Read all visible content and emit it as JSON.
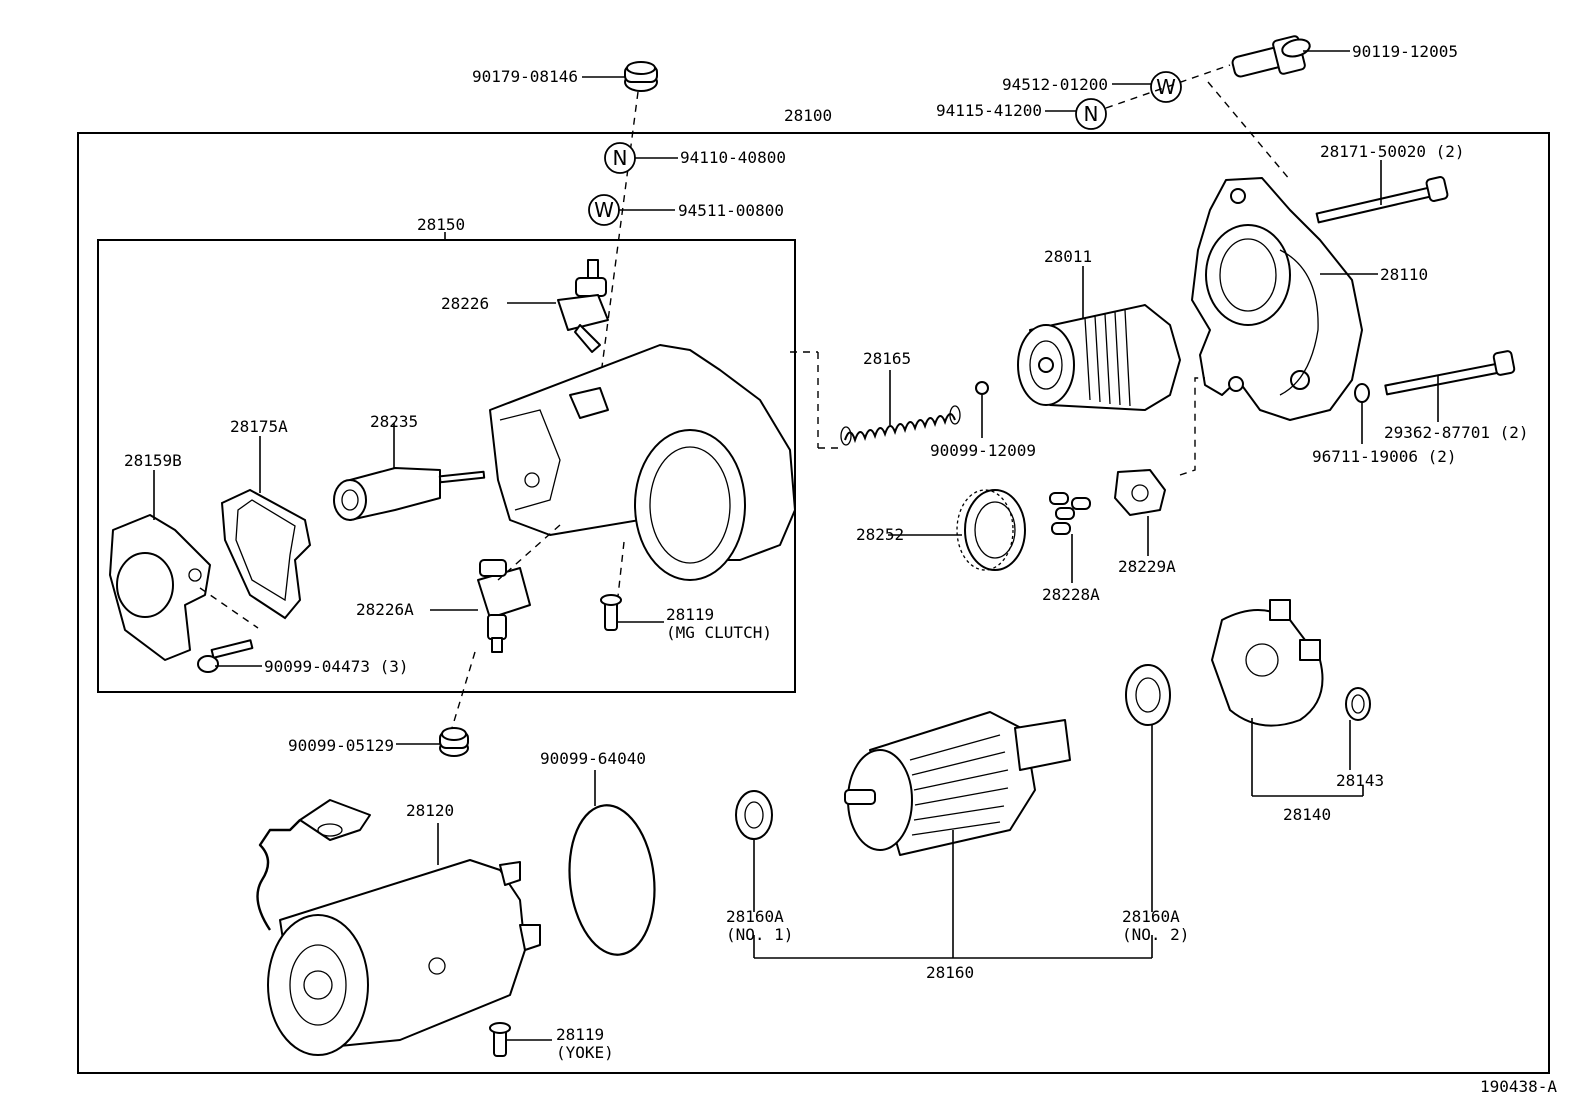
{
  "diagram_code": "190438-A",
  "labels": {
    "assembly_28100": "28100",
    "assembly_28150": "28150",
    "p90179": "90179-08146",
    "p94110": "94110-40800",
    "p94511": "94511-00800",
    "p94512": "94512-01200",
    "p94115": "94115-41200",
    "p90119": "90119-12005",
    "p28171": "28171-50020 (2)",
    "p28110": "28110",
    "p28011": "28011",
    "p28165": "28165",
    "p90099_12009": "90099-12009",
    "p29362": "29362-87701 (2)",
    "p96711": "96711-19006 (2)",
    "p28226": "28226",
    "p28235": "28235",
    "p28175A": "28175A",
    "p28159B": "28159B",
    "p28226A": "28226A",
    "p28119_mg": "28119",
    "p28119_mg_note": "(MG CLUTCH)",
    "p90099_04473": "90099-04473 (3)",
    "p28252": "28252",
    "p28228A": "28228A",
    "p28229A": "28229A",
    "p90099_05129": "90099-05129",
    "p90099_64040": "90099-64040",
    "p28120": "28120",
    "p28160A_1": "28160A",
    "p28160A_1_note": "(NO. 1)",
    "p28160A_2": "28160A",
    "p28160A_2_note": "(NO. 2)",
    "p28160": "28160",
    "p28143": "28143",
    "p28140": "28140",
    "p28119_yoke": "28119",
    "p28119_yoke_note": "(YOKE)"
  },
  "markers": {
    "nut": "N",
    "washer": "W"
  }
}
